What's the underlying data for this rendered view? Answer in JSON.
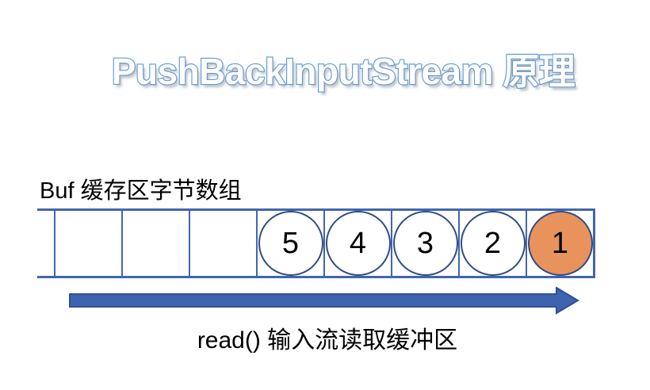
{
  "title": {
    "text": "PushBackInputStream 原理"
  },
  "buffer": {
    "label": "Buf 缓存区字节数组",
    "cell_count": 8,
    "cells": [
      {
        "value": "",
        "shape": "empty"
      },
      {
        "value": "",
        "shape": "empty"
      },
      {
        "value": "",
        "shape": "empty"
      },
      {
        "value": "5",
        "shape": "circle",
        "fill": "#FFFFFF"
      },
      {
        "value": "4",
        "shape": "circle",
        "fill": "#FFFFFF"
      },
      {
        "value": "3",
        "shape": "circle",
        "fill": "#FFFFFF"
      },
      {
        "value": "2",
        "shape": "circle",
        "fill": "#FFFFFF"
      },
      {
        "value": "1",
        "shape": "circle",
        "fill": "#E8935C"
      }
    ]
  },
  "read_flow": {
    "label": "read() 输入流读取缓冲区",
    "arrow_direction": "right"
  },
  "colors": {
    "grid_line": "#4166B0",
    "circle_outline": "#2F4C87",
    "pushback_byte_fill": "#E8935C",
    "arrow_fill": "#3E63AF",
    "arrow_outline": "#2E5096",
    "title_outline": "#5E9BD8",
    "text": "#000000",
    "background": "#FFFFFF"
  }
}
